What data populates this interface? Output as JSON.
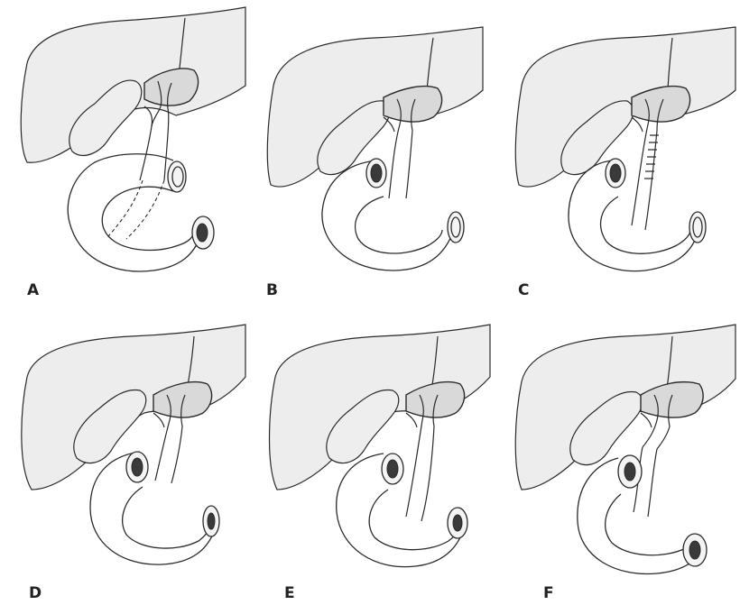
{
  "panels": [
    {
      "label": "A",
      "variant": "dashed-common-duct"
    },
    {
      "label": "B",
      "variant": "separate-ducts"
    },
    {
      "label": "C",
      "variant": "striated-duct"
    },
    {
      "label": "D",
      "variant": "short-ducts"
    },
    {
      "label": "E",
      "variant": "long-parallel-ducts"
    },
    {
      "label": "F",
      "variant": "early-junction"
    }
  ]
}
